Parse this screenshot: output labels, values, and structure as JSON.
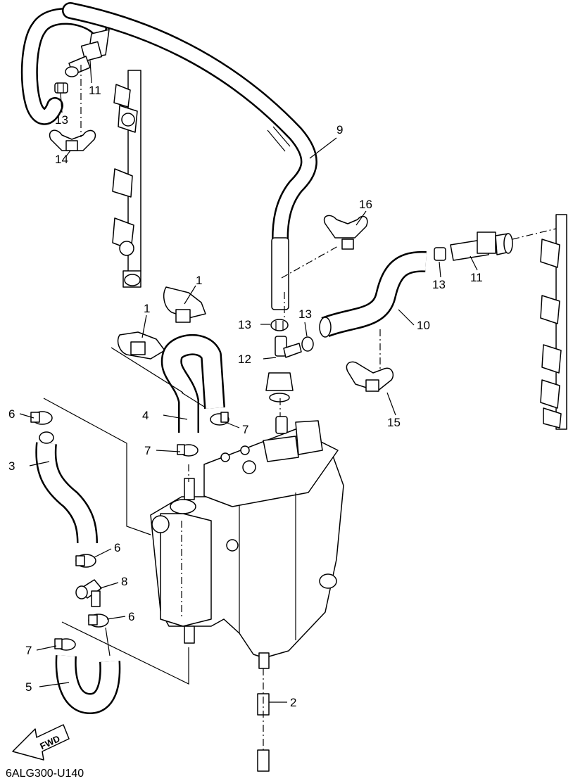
{
  "callouts": {
    "c1a": "1",
    "c1b": "1",
    "c2": "2",
    "c3": "3",
    "c4": "4",
    "c5": "5",
    "c6a": "6",
    "c6b": "6",
    "c6c": "6",
    "c7a": "7",
    "c7b": "7",
    "c7c": "7",
    "c8": "8",
    "c9": "9",
    "c10": "10",
    "c11a": "11",
    "c11b": "11",
    "c12": "12",
    "c13a": "13",
    "c13b": "13",
    "c13c": "13",
    "c13d": "13",
    "c14": "14",
    "c15": "15",
    "c16": "16"
  },
  "fwd_label": "FWD",
  "diagram_code": "6ALG300-U140"
}
